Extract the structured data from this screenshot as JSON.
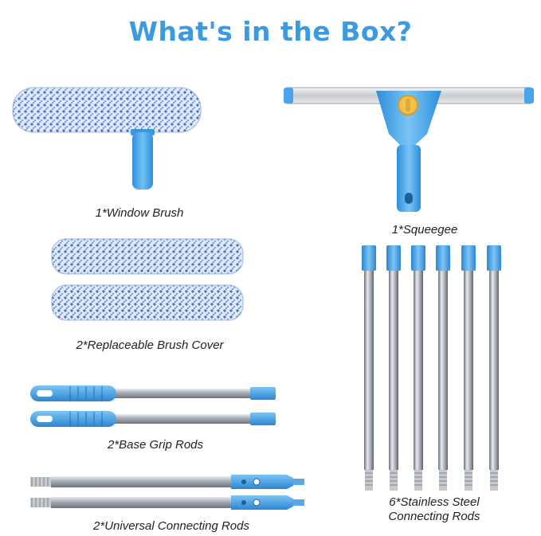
{
  "header": {
    "title": "What's in the Box?"
  },
  "items": {
    "window_brush": "1*Window Brush",
    "squeegee": "1*Squeegee",
    "brush_cover": "2*Replaceable Brush Cover",
    "base_grip_rods": "2*Base Grip Rods",
    "universal_rods": "2*Universal Connecting Rods",
    "steel_rods_line1": "6*Stainless Steel",
    "steel_rods_line2": "Connecting Rods"
  },
  "colors": {
    "title": "#3b9ae0",
    "accent_blue": "#4aa3e8",
    "steel": "#b8bcc2",
    "squeegee_knob": "#f2c14e"
  }
}
